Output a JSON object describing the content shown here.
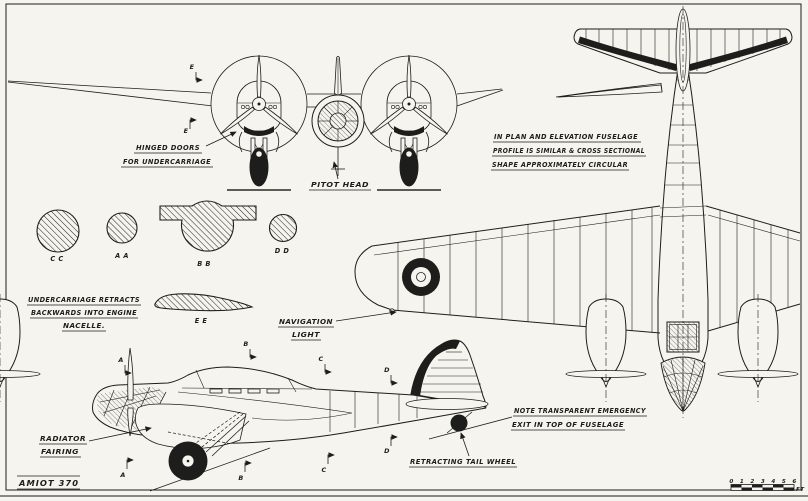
{
  "sheet": {
    "title": "AMIOT 370",
    "scale": {
      "ticks": [
        "0",
        "1",
        "2",
        "3",
        "4",
        "5",
        "6"
      ],
      "unit": "FT"
    }
  },
  "annotations": {
    "hinged_doors_1": "HINGED DOORS",
    "hinged_doors_2": "FOR UNDERCARRIAGE",
    "pitot_head": "PITOT HEAD",
    "fuselage_note_1": "IN PLAN AND ELEVATION FUSELAGE",
    "fuselage_note_2": "PROFILE IS SIMILAR & CROSS SECTIONAL",
    "fuselage_note_3": "SHAPE APPROXIMATELY CIRCULAR",
    "undercarriage_note_1": "UNDERCARRIAGE RETRACTS",
    "undercarriage_note_2": "BACKWARDS INTO ENGINE",
    "undercarriage_note_3": "NACELLE.",
    "navigation_light_1": "NAVIGATION",
    "navigation_light_2": "LIGHT",
    "radiator_1": "RADIATOR",
    "radiator_2": "FAIRING",
    "tail_wheel": "RETRACTING TAIL WHEEL",
    "emergency_exit_1": "NOTE TRANSPARENT EMERGENCY",
    "emergency_exit_2": "EXIT IN TOP OF FUSELAGE"
  },
  "sections": {
    "aa": "A A",
    "bb": "B B",
    "cc": "C C",
    "dd": "D D",
    "ee": "E E"
  },
  "markers": {
    "a": "A",
    "b": "B",
    "c": "C",
    "d": "D",
    "e": "E"
  },
  "colors": {
    "ink": "#1d1d1b",
    "paper": "#f6f4ee"
  }
}
